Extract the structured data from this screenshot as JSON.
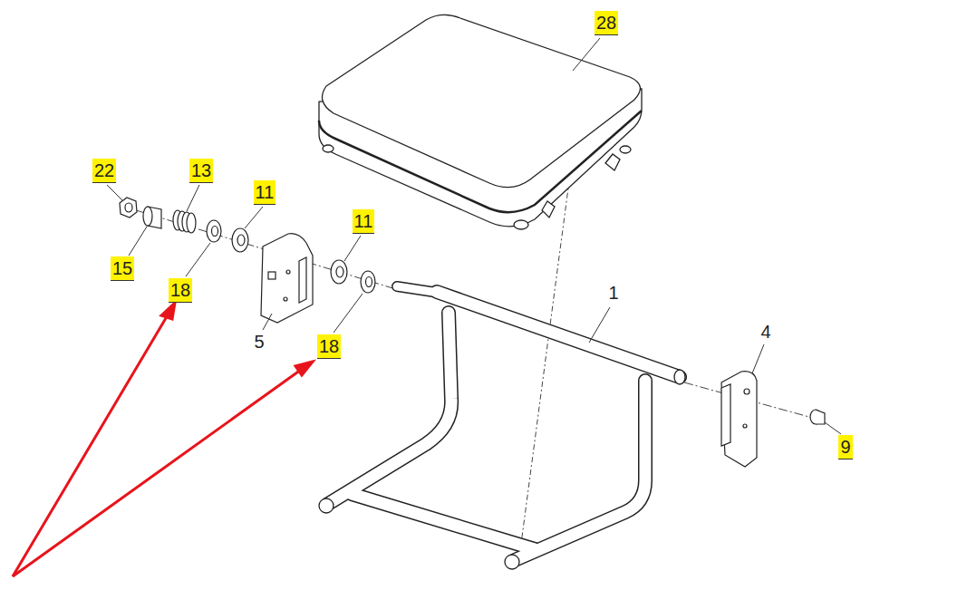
{
  "diagram": {
    "labels": [
      "28",
      "22",
      "13",
      "11",
      "11",
      "15",
      "18",
      "18",
      "1",
      "5",
      "4",
      "9"
    ]
  }
}
